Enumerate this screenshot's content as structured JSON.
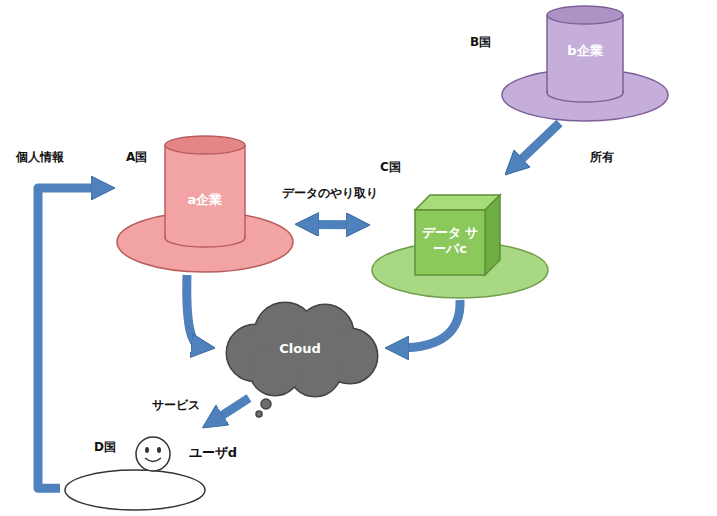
{
  "diagram": {
    "nodes": [
      {
        "text": [
          "b企業"
        ]
      },
      {
        "text": [
          "a企業"
        ]
      },
      {
        "text": [
          "データ サーバc"
        ]
      },
      {
        "text": [
          "Cloud"
        ]
      },
      {
        "text": [
          "ユーザd"
        ]
      }
    ],
    "edges": [
      {
        "from": 0,
        "to": 2,
        "arrow": "to",
        "label": "所有"
      },
      {
        "from": 1,
        "to": 2,
        "arrow": "both",
        "label": "データのやり取り"
      },
      {
        "from": 1,
        "to": 3,
        "arrow": "to"
      },
      {
        "from": 2,
        "to": 3,
        "arrow": "to"
      },
      {
        "from": 3,
        "to": 4,
        "arrow": "to",
        "label": "サービス"
      },
      {
        "from": 4,
        "to": 1,
        "arrow": "to",
        "label": "個人情報"
      }
    ],
    "labels": [
      "B国",
      "A国",
      "C国",
      "D国"
    ]
  }
}
